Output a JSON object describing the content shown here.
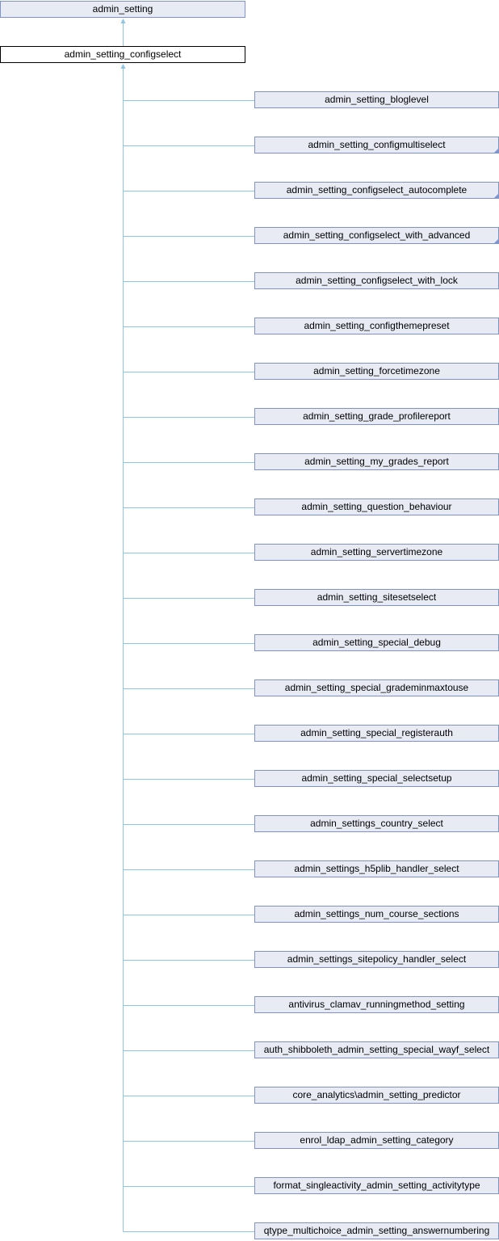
{
  "root": {
    "label": "admin_setting"
  },
  "current": {
    "label": "admin_setting_configselect"
  },
  "children": [
    {
      "label": "admin_setting_bloglevel",
      "has_more": false
    },
    {
      "label": "admin_setting_configmultiselect",
      "has_more": true
    },
    {
      "label": "admin_setting_configselect_autocomplete",
      "has_more": true
    },
    {
      "label": "admin_setting_configselect_with_advanced",
      "has_more": true
    },
    {
      "label": "admin_setting_configselect_with_lock",
      "has_more": false
    },
    {
      "label": "admin_setting_configthemepreset",
      "has_more": false
    },
    {
      "label": "admin_setting_forcetimezone",
      "has_more": false
    },
    {
      "label": "admin_setting_grade_profilereport",
      "has_more": false
    },
    {
      "label": "admin_setting_my_grades_report",
      "has_more": false
    },
    {
      "label": "admin_setting_question_behaviour",
      "has_more": false
    },
    {
      "label": "admin_setting_servertimezone",
      "has_more": false
    },
    {
      "label": "admin_setting_sitesetselect",
      "has_more": false
    },
    {
      "label": "admin_setting_special_debug",
      "has_more": false
    },
    {
      "label": "admin_setting_special_grademinmaxtouse",
      "has_more": false
    },
    {
      "label": "admin_setting_special_registerauth",
      "has_more": false
    },
    {
      "label": "admin_setting_special_selectsetup",
      "has_more": false
    },
    {
      "label": "admin_settings_country_select",
      "has_more": false
    },
    {
      "label": "admin_settings_h5plib_handler_select",
      "has_more": false
    },
    {
      "label": "admin_settings_num_course_sections",
      "has_more": false
    },
    {
      "label": "admin_settings_sitepolicy_handler_select",
      "has_more": false
    },
    {
      "label": "antivirus_clamav_runningmethod_setting",
      "has_more": false
    },
    {
      "label": "auth_shibboleth_admin_setting_special_wayf_select",
      "has_more": false
    },
    {
      "label": "core_analytics\\admin_setting_predictor",
      "has_more": false
    },
    {
      "label": "enrol_ldap_admin_setting_category",
      "has_more": false
    },
    {
      "label": "format_singleactivity_admin_setting_activitytype",
      "has_more": false
    },
    {
      "label": "qtype_multichoice_admin_setting_answernumbering",
      "has_more": false
    }
  ],
  "colors": {
    "edge": "#8ec4e6",
    "box_fill": "#e8ebf4",
    "box_border": "#7e93c9"
  }
}
